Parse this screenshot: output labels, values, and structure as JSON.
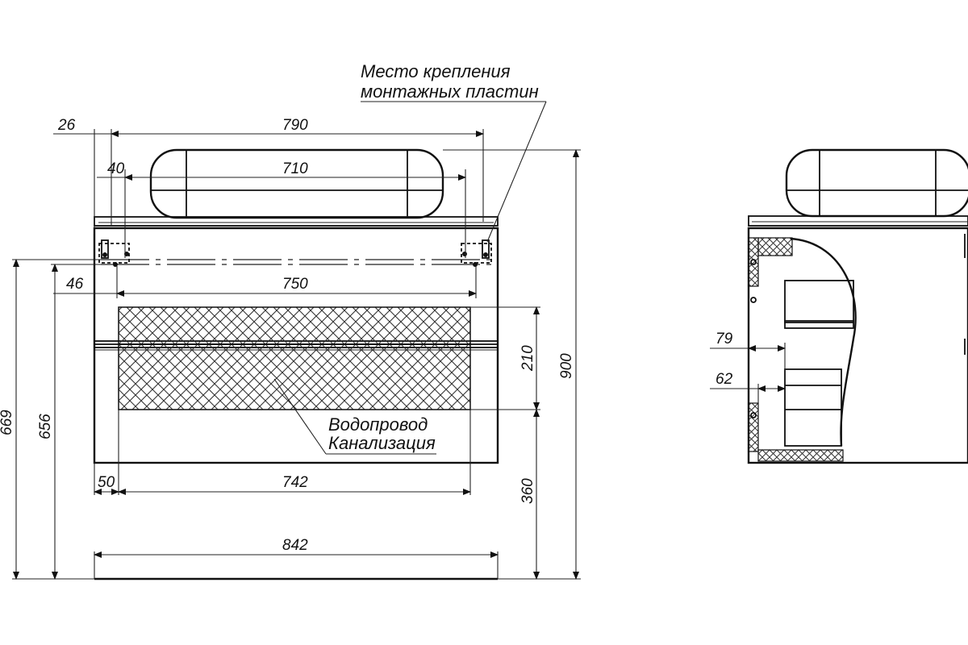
{
  "labels": {
    "mounting_plates_line1": "Место крепления",
    "mounting_plates_line2": "монтажных пластин",
    "plumbing_line1": "Водопровод",
    "plumbing_line2": "Канализация"
  },
  "dimensions": {
    "d26": "26",
    "d790": "790",
    "d40": "40",
    "d710": "710",
    "d46": "46",
    "d750": "750",
    "d50": "50",
    "d742": "742",
    "d842": "842",
    "d210": "210",
    "d360": "360",
    "d900": "900",
    "d669": "669",
    "d656": "656",
    "d79": "79",
    "d62": "62"
  }
}
